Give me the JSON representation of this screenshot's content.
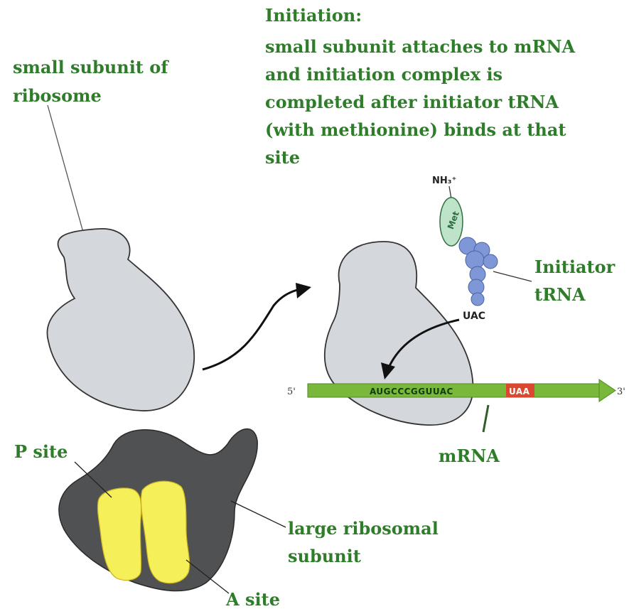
{
  "initiation": {
    "lines": [
      "Initiation:",
      "small subunit attaches to mRNA",
      "and initiation complex is",
      "completed after initiator tRNA",
      "(with methionine) binds at that",
      "site"
    ]
  },
  "small_subunit_label": {
    "lines": [
      "small subunit of",
      "ribosome"
    ]
  },
  "initiator_trna_label": {
    "lines": [
      "Initiator",
      "tRNA"
    ]
  },
  "trna": {
    "nh3": "NH₃⁺",
    "met": "Met",
    "anticodon": "UAC"
  },
  "mrna": {
    "five_prime": "5'",
    "three_prime": "3'",
    "sequence": "AUGCCCGGUUAC",
    "stop_codon": "UAA",
    "label": "mRNA"
  },
  "large_subunit": {
    "p_site": "P site",
    "a_site": "A site",
    "label_lines": [
      "large ribosomal",
      "subunit"
    ]
  },
  "colors": {
    "label_green": "#2f7d2a",
    "small_subunit_fill": "#d4d8dc",
    "large_subunit_fill": "#4f5153",
    "site_yellow": "#f5ef5a",
    "mrna_green": "#79b83a",
    "stop_red": "#d9482f",
    "trna_blue": "#7f97d6",
    "met_green": "#bfe3c8"
  }
}
